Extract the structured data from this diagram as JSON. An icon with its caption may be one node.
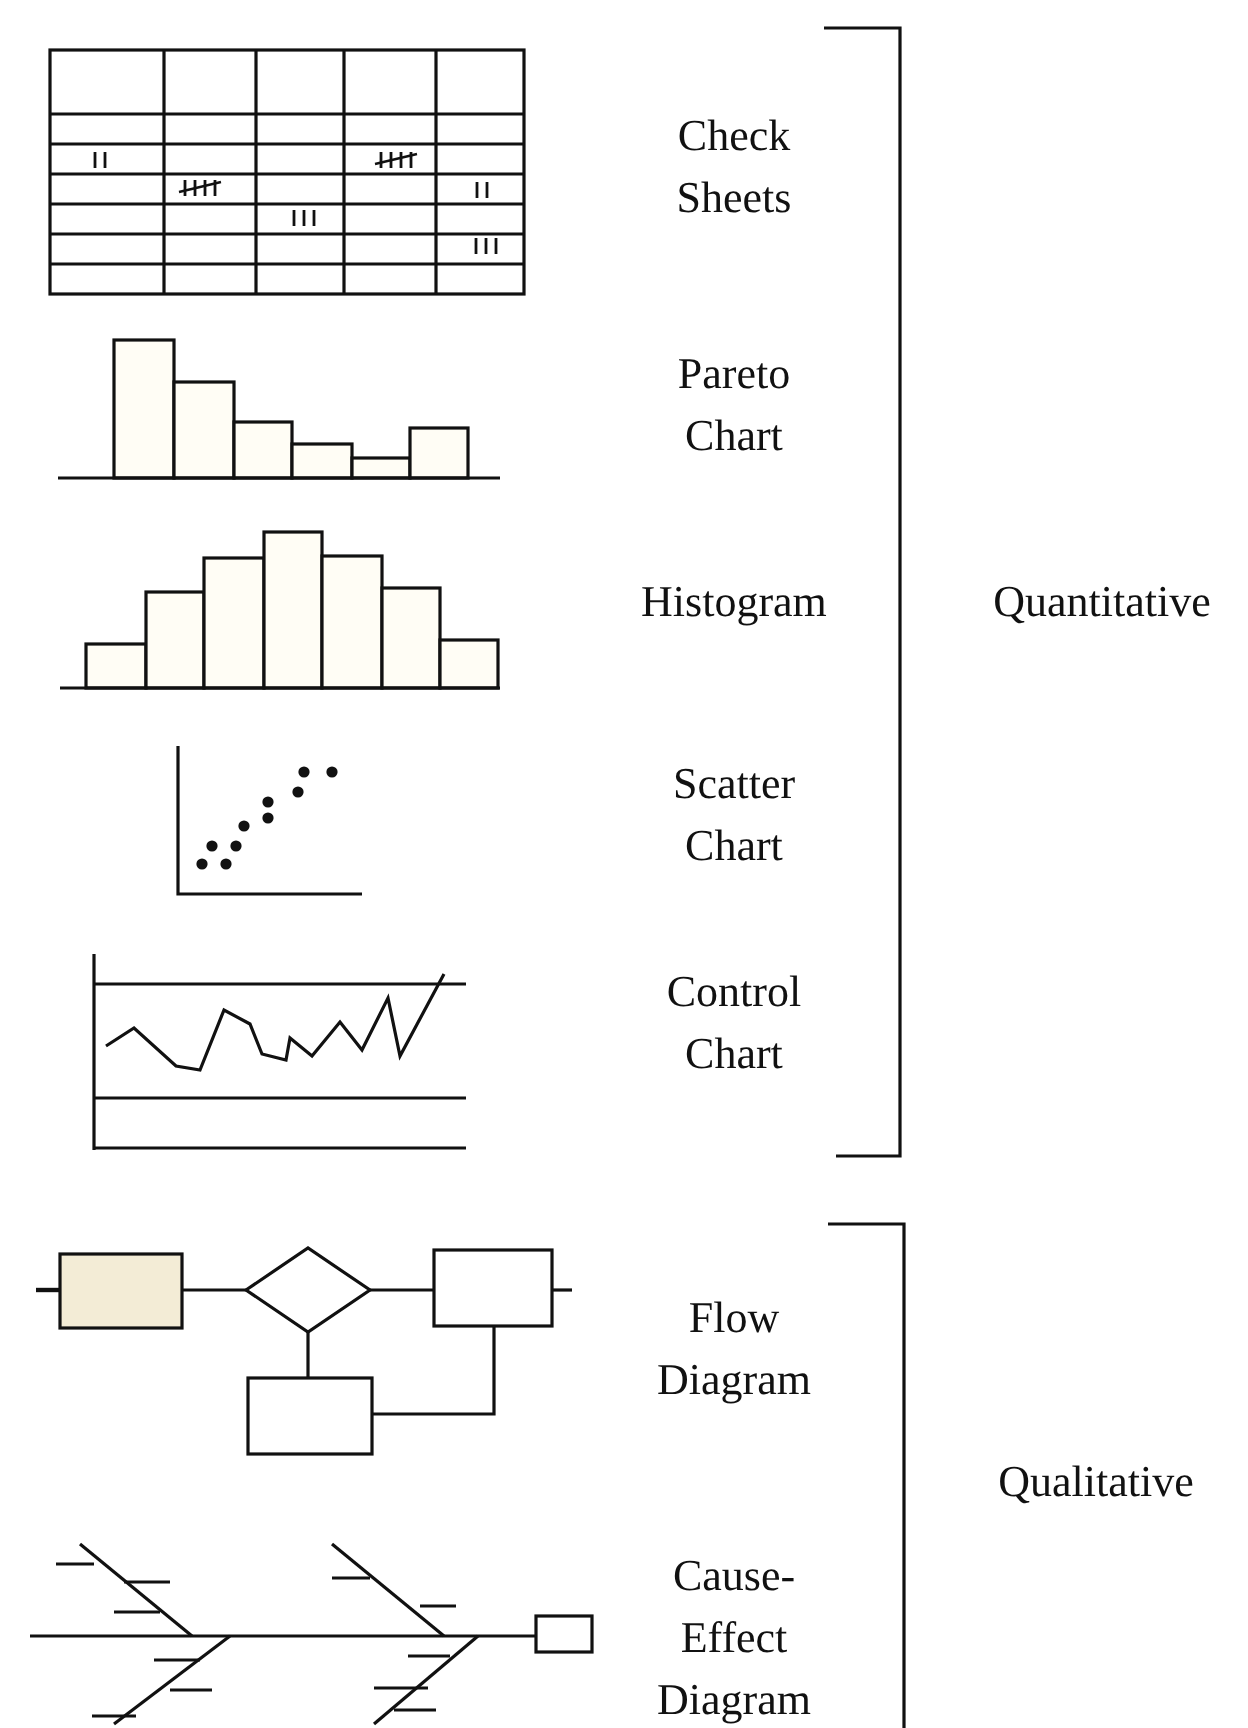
{
  "diagram": {
    "labels": [
      "Check Sheets",
      "Pareto Chart",
      "Histogram",
      "Scatter Chart",
      "Control Chart",
      "Quantitative",
      "Flow Diagram",
      "Qualitative",
      "Cause-Effect Diagram"
    ]
  }
}
